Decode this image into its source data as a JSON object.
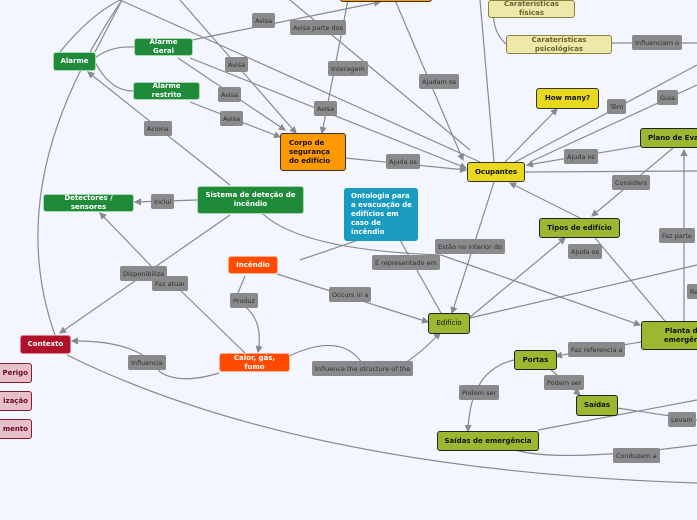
{
  "nodes": {
    "top_partial": "",
    "car_fisicas": "Caraterísticas físicas",
    "car_psico": "Caraterísticas psicológicas",
    "alarme": "Alarme",
    "alarme_geral": "Alarme Geral",
    "alarme_restrito": "Alarme restrito",
    "corpo": "Corpo de segurança do edifício",
    "ocupantes": "Ocupantes",
    "how_many": "How many?",
    "plano": "Plano de Eva",
    "tipos": "Tipos de edifício",
    "ontologia": "Ontologia para a evacuação de edifícios em caso de incêndio",
    "sistema": "Sistema de deteção de incêndio",
    "detectores": "Detectores / sensores",
    "incendio": "Incêndio",
    "calor": "Calor, gás, fumo",
    "contexto": "Contexto",
    "perigo": "Perigo",
    "izacao": "ização",
    "mento": "mento",
    "edificio": "Edifício",
    "planta": "Planta de emergênc",
    "portas": "Portas",
    "saidas": "Saídas",
    "saidas_emerg": "Saídas de emergência"
  },
  "links": [
    "Avisa",
    "Avisa parte dos",
    "Avisa",
    "Interagem",
    "Avisa",
    "Avisa",
    "Avisa",
    "Aciona",
    "Ajudam os",
    "Ajuda os",
    "Têm",
    "Guia",
    "Ajuda os",
    "Influenciam o",
    "Considers",
    "Inclui",
    "Estão no interior do",
    "É representado em",
    "Ajuda os",
    "Faz parte",
    "Re",
    "Disponibiliza",
    "Faz atuar",
    "Produz",
    "Occurs in a",
    "Influencia",
    "Influence the structure of the",
    "Faz referencia a",
    "Podem ser",
    "Podem ser",
    "Levam",
    "Conduzem a"
  ],
  "colors": {
    "background": "#f3f6fe",
    "edge": "#8a8a8c",
    "green": "#1e8a3a",
    "orange": "#ff9900",
    "yellow": "#e8d81e",
    "olive": "#9ab830",
    "teal": "#1a9bc0",
    "red": "#ff4a00",
    "crimson": "#b0102a"
  }
}
